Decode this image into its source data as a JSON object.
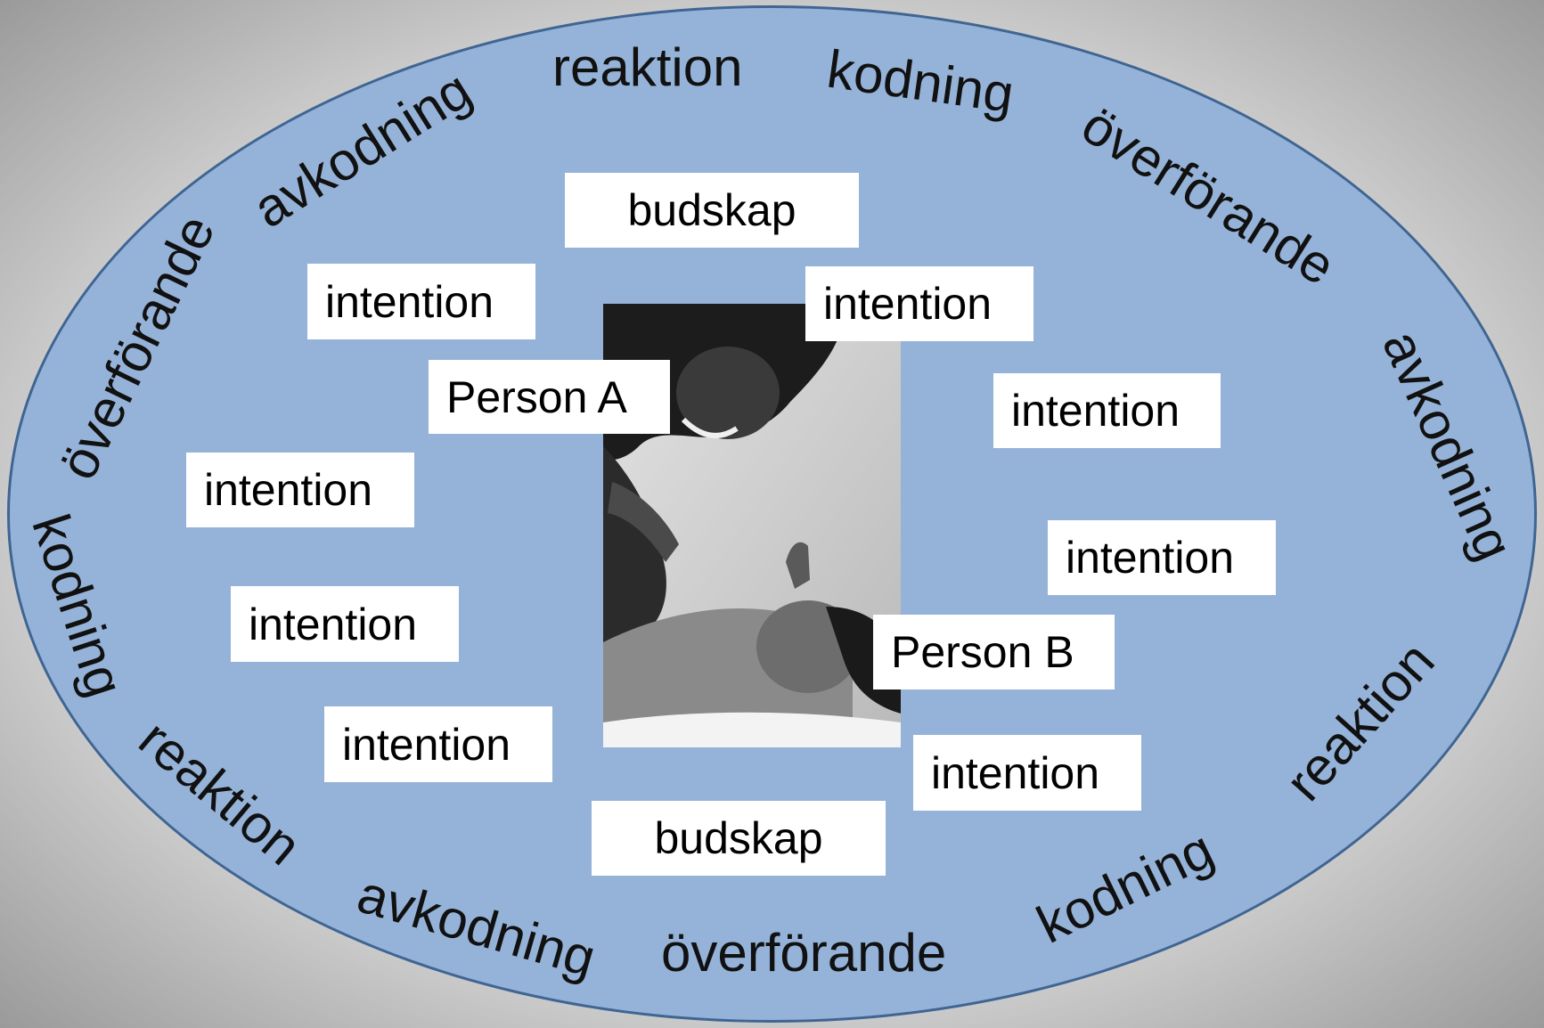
{
  "ring": [
    {
      "text": "reaktion"
    },
    {
      "text": "kodning"
    },
    {
      "text": "överförande"
    },
    {
      "text": "avkodning"
    },
    {
      "text": "reaktion"
    },
    {
      "text": "kodning"
    },
    {
      "text": "överförande"
    },
    {
      "text": "avkodning"
    },
    {
      "text": "reaktion"
    },
    {
      "text": "kodning"
    },
    {
      "text": "överförande"
    },
    {
      "text": "avkodning"
    }
  ],
  "labels": {
    "budskap_top": "budskap",
    "budskap_bottom": "budskap",
    "person_a": "Person  A",
    "person_b": "Person B",
    "intentions": [
      "intention",
      "intention",
      "intention",
      "intention",
      "intention",
      "intention",
      "intention",
      "intention"
    ]
  },
  "colors": {
    "ellipse_fill": "#95b3d8",
    "ellipse_border": "#3f6593",
    "label_background": "#ffffff"
  }
}
